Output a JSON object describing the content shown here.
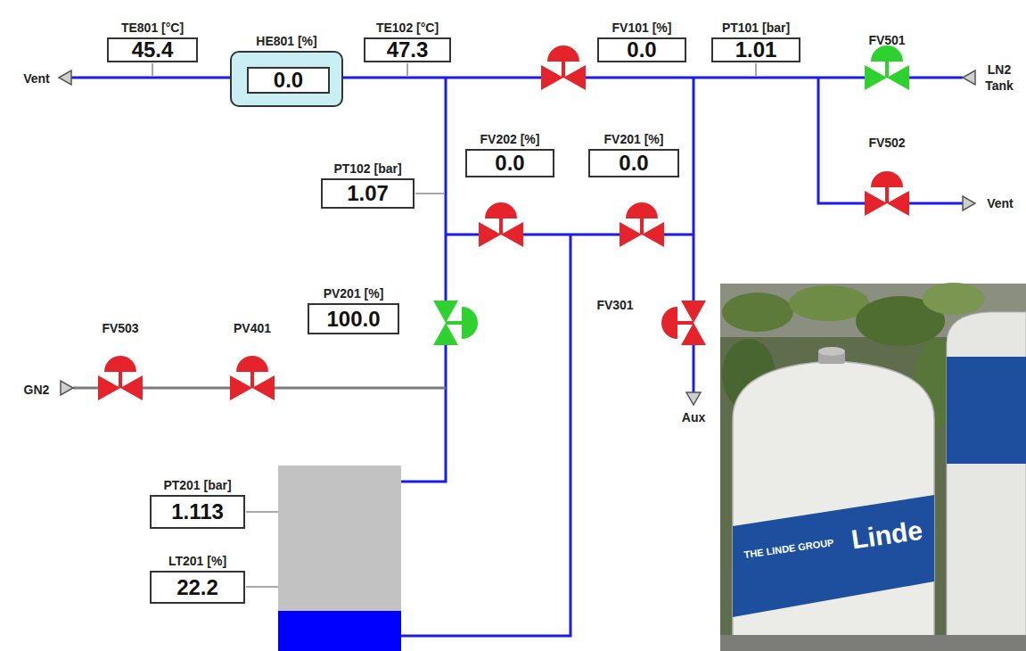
{
  "diagram": {
    "nodes": [
      {
        "text": [
          "TE801 [°C]",
          "45.4"
        ]
      },
      {
        "text": [
          "HE801 [%]"
        ]
      },
      {
        "text": [
          "0.0"
        ],
        "in": 1
      },
      {
        "text": [
          "TE102 [°C]",
          "47.3"
        ]
      },
      {
        "text": [
          "FV101 [%]",
          "0.0"
        ]
      },
      {
        "text": [
          "PT101 [bar]",
          "1.01"
        ]
      },
      {
        "text": [
          "PT102 [bar]",
          "1.07"
        ]
      },
      {
        "text": [
          "FV202 [%]",
          "0.0"
        ]
      },
      {
        "text": [
          "FV201 [%]",
          "0.0"
        ]
      },
      {
        "text": [
          "PV201 [%]",
          "100.0"
        ]
      },
      {
        "text": [
          "PT201 [bar]",
          "1.113"
        ]
      },
      {
        "text": [
          "LT201 [%]",
          "22.2"
        ]
      }
    ],
    "labels": [
      "Vent",
      "FV501",
      "LN2 Tank",
      "FV502",
      "Vent",
      "FV503",
      "PV401",
      "GN2",
      "FV301",
      "Aux",
      "THE LINDE GROUP",
      "Linde"
    ]
  }
}
